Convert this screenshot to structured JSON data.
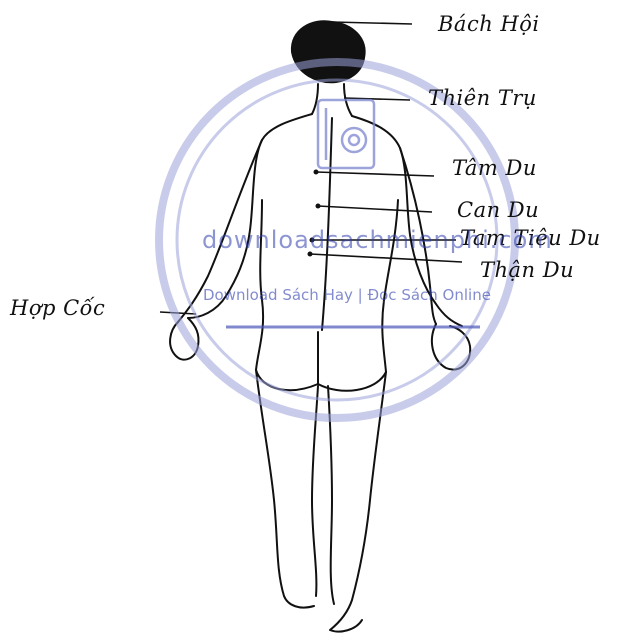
{
  "points": {
    "bach_hoi": "Bách Hội",
    "thien_tru": "Thiên Trụ",
    "tam_du": "Tâm Du",
    "can_du": "Can Du",
    "tam_tieu_du": "Tam Tiêu Du",
    "than_du": "Thận Du",
    "hop_coc": "Hợp Cốc"
  },
  "watermark": {
    "site": "downloadsachmienphi.com",
    "tagline": "Download Sách Hay | Đọc Sách Online",
    "color": "#2f3fae"
  },
  "colors": {
    "ink": "#111111",
    "background": "#ffffff"
  }
}
